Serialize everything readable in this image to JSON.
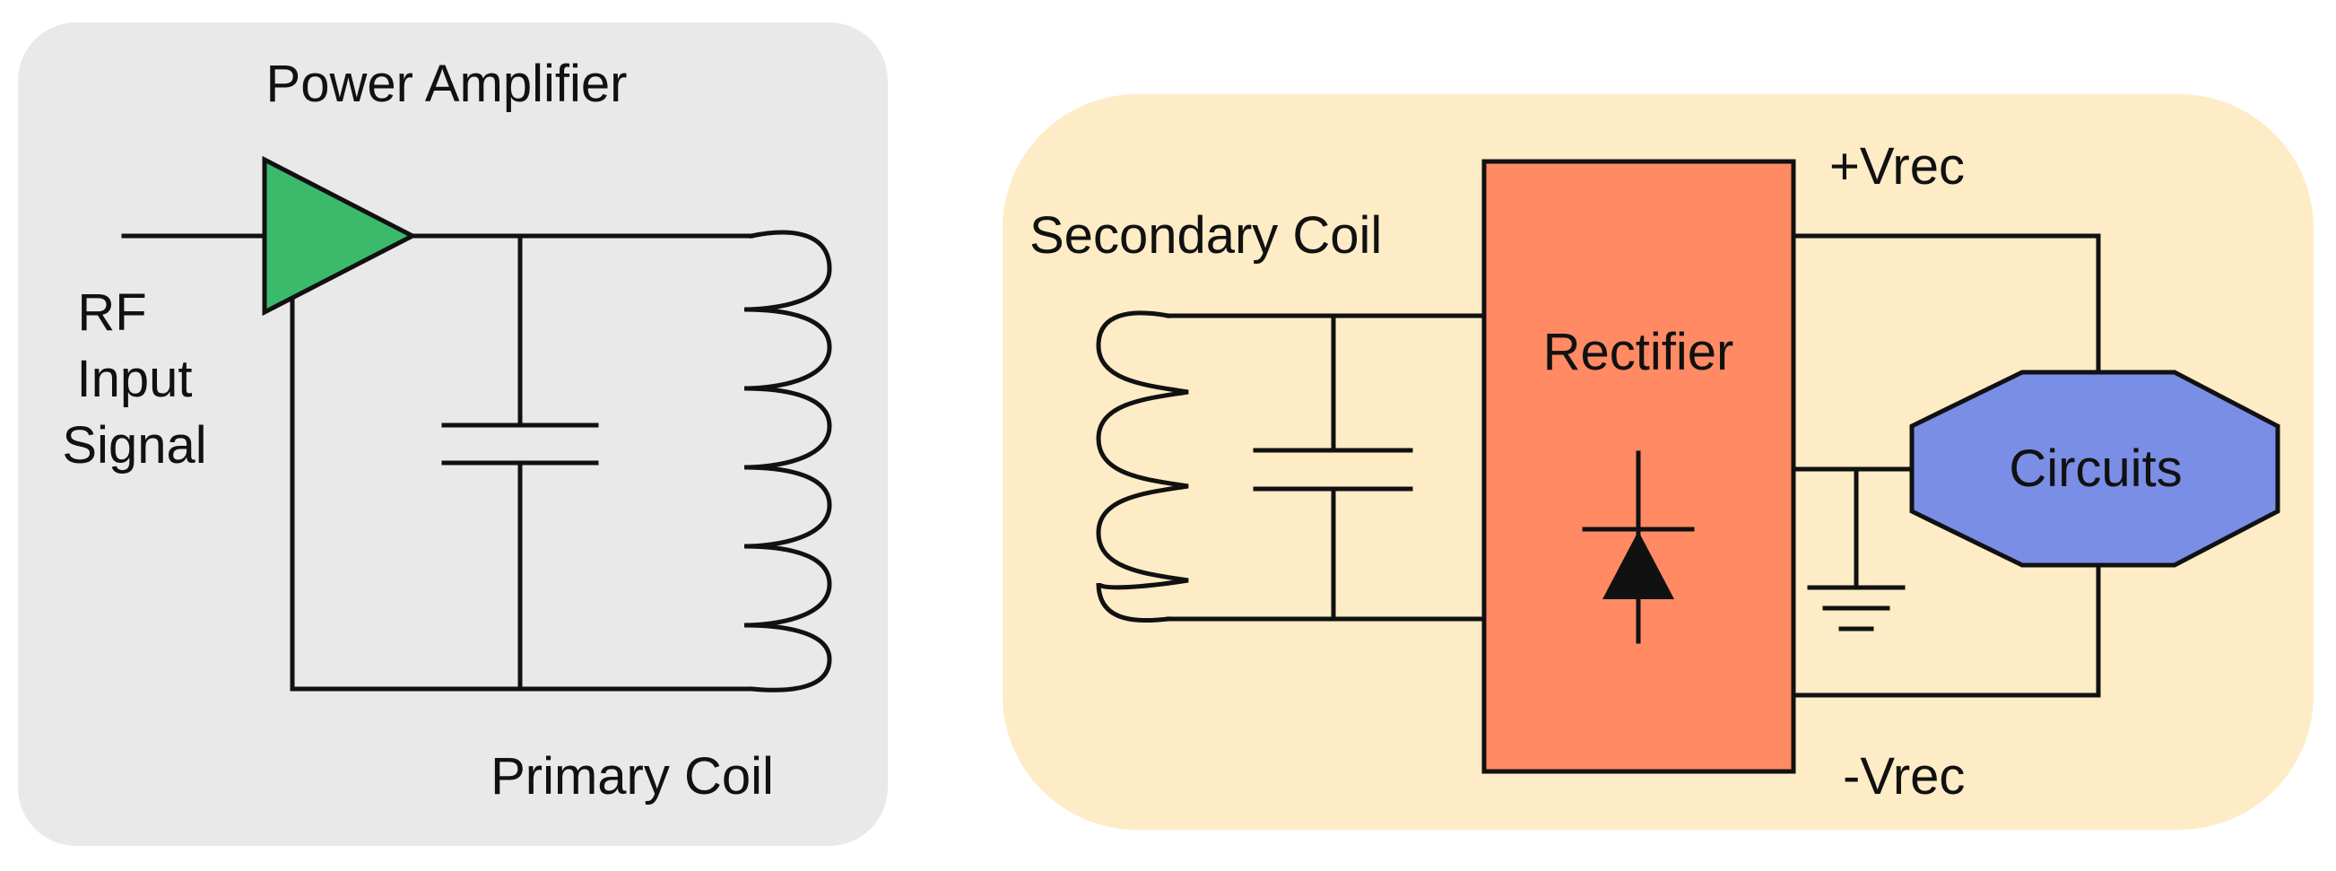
{
  "transmitter": {
    "amplifier_label": "Power Amplifier",
    "input_label_line1": "RF",
    "input_label_line2": "Input",
    "input_label_line3": "Signal",
    "coil_label": "Primary Coil"
  },
  "receiver": {
    "coil_label": "Secondary Coil",
    "rectifier_label": "Rectifier",
    "circuits_label": "Circuits",
    "plus_label": "+Vrec",
    "minus_label": "-Vrec"
  },
  "colors": {
    "transmitter_panel": "#e9e9e9",
    "receiver_panel": "#fdecc6",
    "amplifier": "#3cba6c",
    "rectifier": "#ff8a63",
    "circuits": "#7a8ee6",
    "line": "#111111"
  }
}
